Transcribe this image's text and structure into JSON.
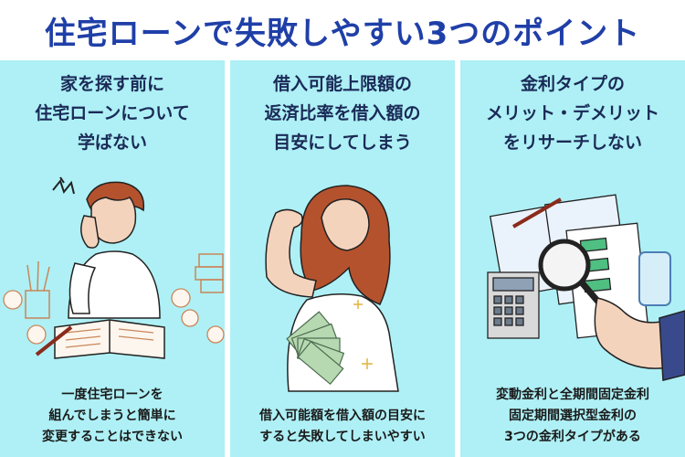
{
  "header": {
    "title": "住宅ローンで失敗しやすい3つのポイント"
  },
  "panels": [
    {
      "title_lines": [
        "家を探す前に",
        "住宅ローンについて",
        "学ばない"
      ],
      "caption_lines": [
        "一度住宅ローンを",
        "組んでしまうと簡単に",
        "変更することはできない"
      ]
    },
    {
      "title_lines": [
        "借入可能上限額の",
        "返済比率を借入額の",
        "目安にしてしまう"
      ],
      "caption_lines": [
        "借入可能額を借入額の目安に",
        "すると失敗してしまいやすい"
      ]
    },
    {
      "title_lines": [
        "金利タイプの",
        "メリット・デメリット",
        "をリサーチしない"
      ],
      "caption_lines": [
        "変動金利と全期間固定金利",
        "固定期間選択型金利の",
        "3つの金利タイプがある"
      ]
    }
  ],
  "colors": {
    "panel_bg": "#aef0f5",
    "title": "#1f3fa8",
    "text": "#1a2a57"
  }
}
